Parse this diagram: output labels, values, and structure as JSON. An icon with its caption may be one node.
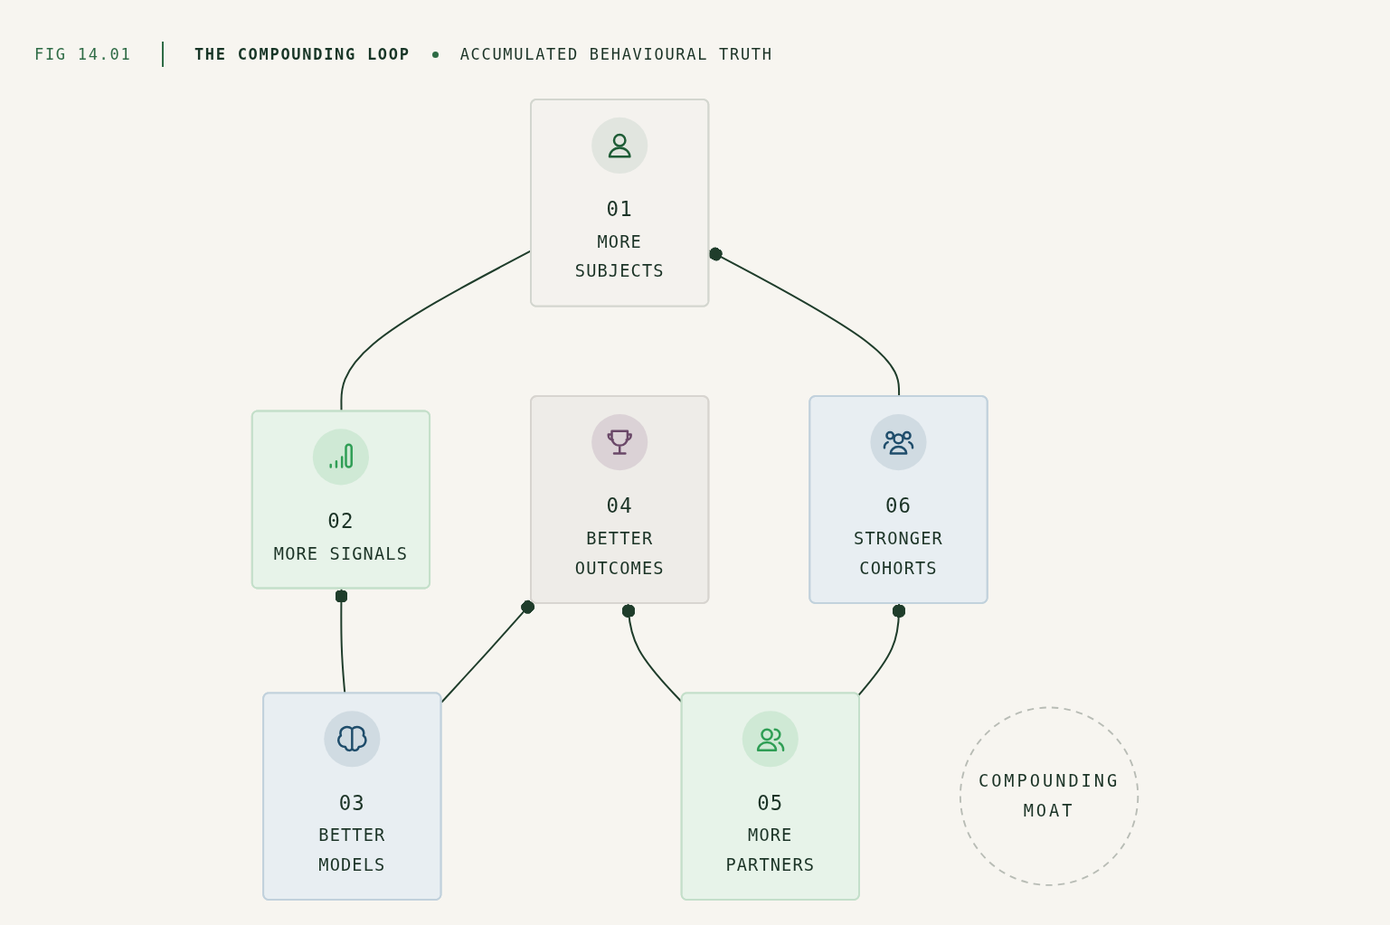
{
  "diagram": {
    "title": "THE COMPOUNDING LOOP",
    "nodes": [
      {
        "text": [
          "01",
          "MORE SUBJECTS"
        ]
      },
      {
        "text": [
          "02",
          "MORE SIGNALS"
        ]
      },
      {
        "text": [
          "03",
          "BETTER MODELS"
        ]
      },
      {
        "text": [
          "04",
          "BETTER OUTCOMES"
        ]
      },
      {
        "text": [
          "05",
          "MORE PARTNERS"
        ]
      },
      {
        "text": [
          "06",
          "STRONGER COHORTS"
        ]
      },
      {
        "text": [
          "COMPOUNDING MOAT"
        ]
      }
    ],
    "edges": [
      {
        "from": 1,
        "to": 0,
        "arrow": "none"
      },
      {
        "from": 2,
        "to": 1,
        "arrow": "other"
      },
      {
        "from": 2,
        "to": 3,
        "arrow": "other"
      },
      {
        "from": 4,
        "to": 3,
        "arrow": "other"
      },
      {
        "from": 4,
        "to": 5,
        "arrow": "other"
      },
      {
        "from": 5,
        "to": 0,
        "arrow": "other"
      }
    ],
    "labels": [
      "FIG 14.01",
      "ACCUMULATED BEHAVIOURAL TRUTH"
    ]
  }
}
